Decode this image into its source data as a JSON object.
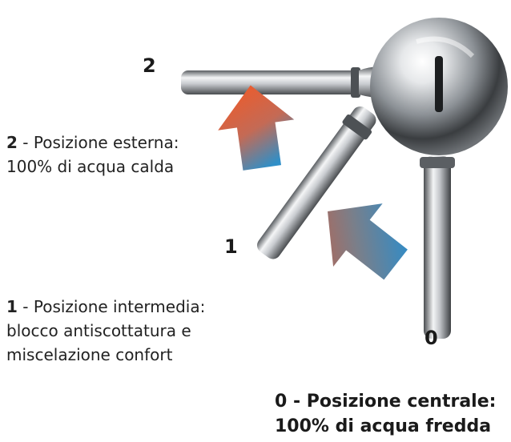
{
  "positions": {
    "p2": {
      "marker": "2",
      "num": "2",
      "label": "Posizione esterna:",
      "detail": "100% di acqua calda"
    },
    "p1": {
      "marker": "1",
      "num": "1",
      "label": "Posizione intermedia:",
      "detail_line1": "blocco antiscottatura e",
      "detail_line2": "miscelazione confort"
    },
    "p0": {
      "marker": "0",
      "title": "0 - Posizione centrale:",
      "detail": "100% di acqua fredda"
    }
  },
  "separator": " - ",
  "colors": {
    "hot": "#f05a28",
    "cold": "#1f8fd6",
    "chrome": "#b8bcc0"
  }
}
